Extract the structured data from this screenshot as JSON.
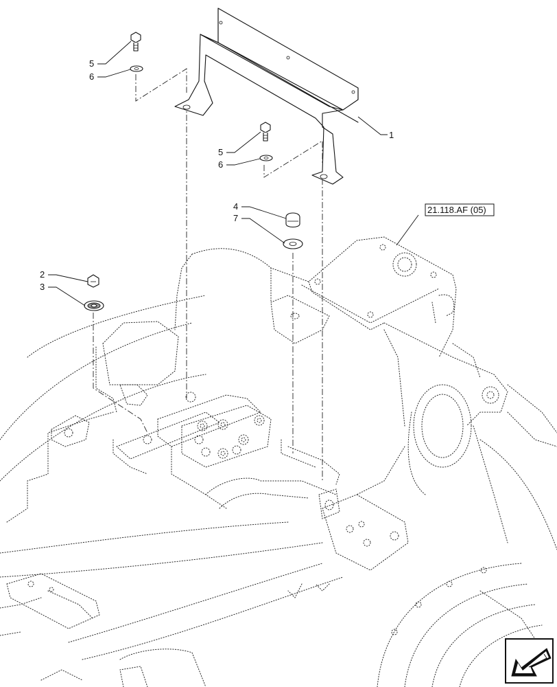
{
  "diagram": {
    "reference_label": "21.118.AF (05)",
    "callouts": [
      {
        "id": "c1",
        "number": "1"
      },
      {
        "id": "c5a",
        "number": "5"
      },
      {
        "id": "c6a",
        "number": "6"
      },
      {
        "id": "c5b",
        "number": "5"
      },
      {
        "id": "c6b",
        "number": "6"
      },
      {
        "id": "c4",
        "number": "4"
      },
      {
        "id": "c7",
        "number": "7"
      },
      {
        "id": "c2",
        "number": "2"
      },
      {
        "id": "c3",
        "number": "3"
      }
    ]
  },
  "navigation": {
    "icon": "arrow-down-left-icon"
  }
}
